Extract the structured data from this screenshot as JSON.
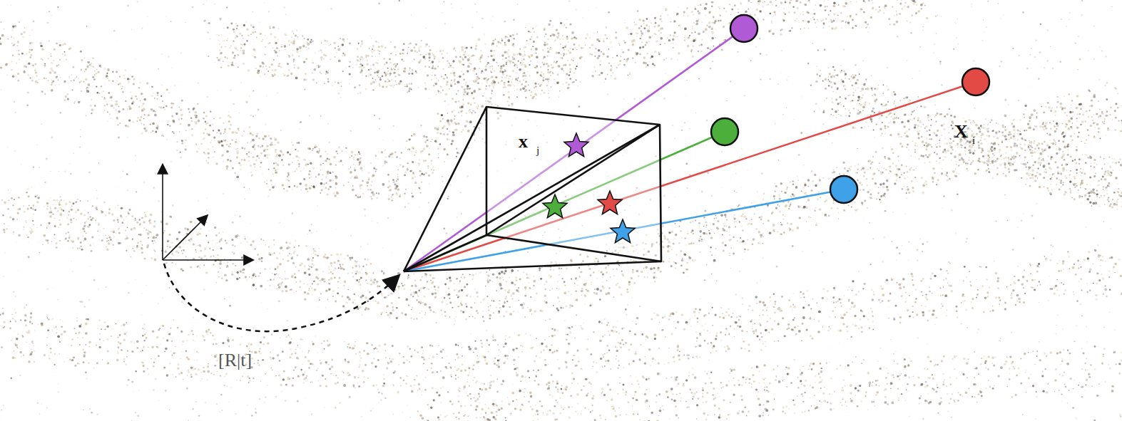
{
  "diagram": {
    "labels": [
      "x",
      "j",
      "X",
      "i",
      "[R|t]"
    ]
  }
}
